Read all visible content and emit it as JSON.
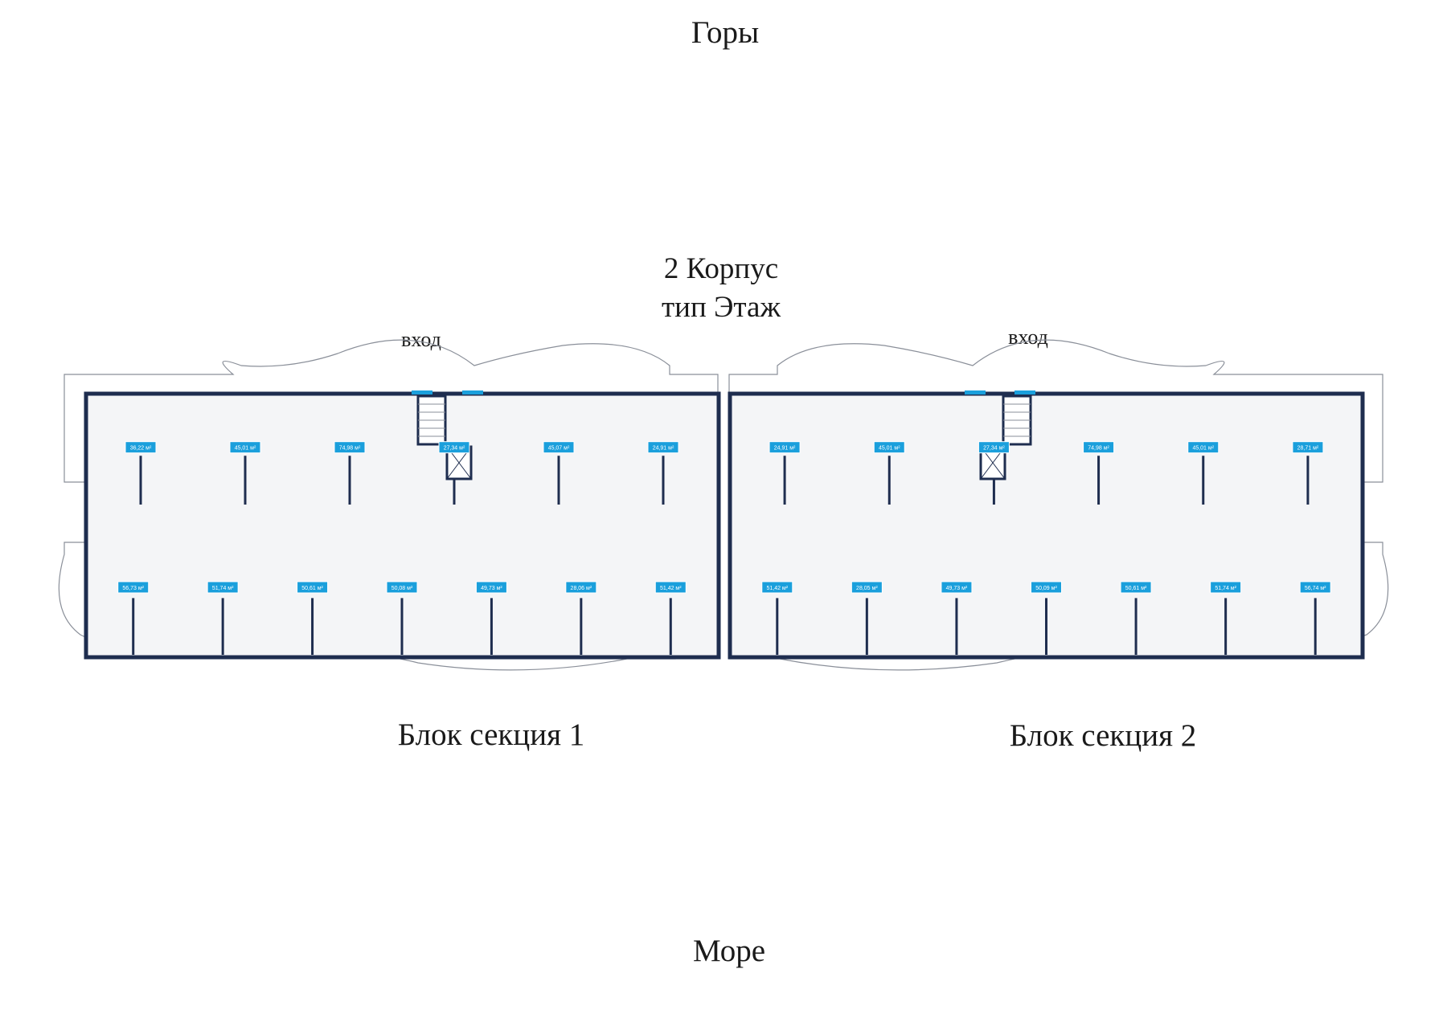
{
  "headings": {
    "mountains": "Горы",
    "sea": "Море",
    "building_line1": "2 Корпус",
    "building_line2": "тип Этаж",
    "entrance_left": "вход",
    "entrance_right": "вход",
    "section_1": "Блок секция 1",
    "section_2": "Блок секция 2"
  },
  "colors": {
    "wall": "#1e2d4f",
    "room_blue": "#e4ebf5",
    "room_yellow": "#f7f4d4",
    "corridor": "#f4f5f7",
    "area_tag": "#1a9fdc",
    "outline": "#8a8f99"
  },
  "apartments": {
    "section1_north": [
      {
        "area": "36,22 м²",
        "tone": "blue"
      },
      {
        "area": "45,01 м²",
        "tone": "yellow"
      },
      {
        "area": "74,98 м²",
        "tone": "blue"
      },
      {
        "area": "27,34 м²",
        "tone": "yellow"
      },
      {
        "area": "45,07 м²",
        "tone": "blue"
      },
      {
        "area": "24,91 м²",
        "tone": "yellow"
      }
    ],
    "section1_south": [
      {
        "area": "56,73 м²",
        "tone": "blue"
      },
      {
        "area": "51,74 м²",
        "tone": "yellow"
      },
      {
        "area": "50,61 м²",
        "tone": "blue"
      },
      {
        "area": "50,08 м²",
        "tone": "blue"
      },
      {
        "area": "49,73 м²",
        "tone": "yellow"
      },
      {
        "area": "28,06 м²",
        "tone": "blue"
      },
      {
        "area": "51,42 м²",
        "tone": "blue"
      }
    ],
    "section2_north": [
      {
        "area": "24,91 м²",
        "tone": "yellow"
      },
      {
        "area": "45,01 м²",
        "tone": "blue"
      },
      {
        "area": "27,34 м²",
        "tone": "yellow"
      },
      {
        "area": "74,98 м²",
        "tone": "blue"
      },
      {
        "area": "45,01 м²",
        "tone": "yellow"
      },
      {
        "area": "28,71 м²",
        "tone": "blue"
      }
    ],
    "section2_south": [
      {
        "area": "51,42 м²",
        "tone": "blue"
      },
      {
        "area": "28,05 м²",
        "tone": "blue"
      },
      {
        "area": "49,73 м²",
        "tone": "yellow"
      },
      {
        "area": "50,09 м²",
        "tone": "blue"
      },
      {
        "area": "50,61 м²",
        "tone": "blue"
      },
      {
        "area": "51,74 м²",
        "tone": "yellow"
      },
      {
        "area": "56,74 м²",
        "tone": "blue"
      }
    ]
  }
}
